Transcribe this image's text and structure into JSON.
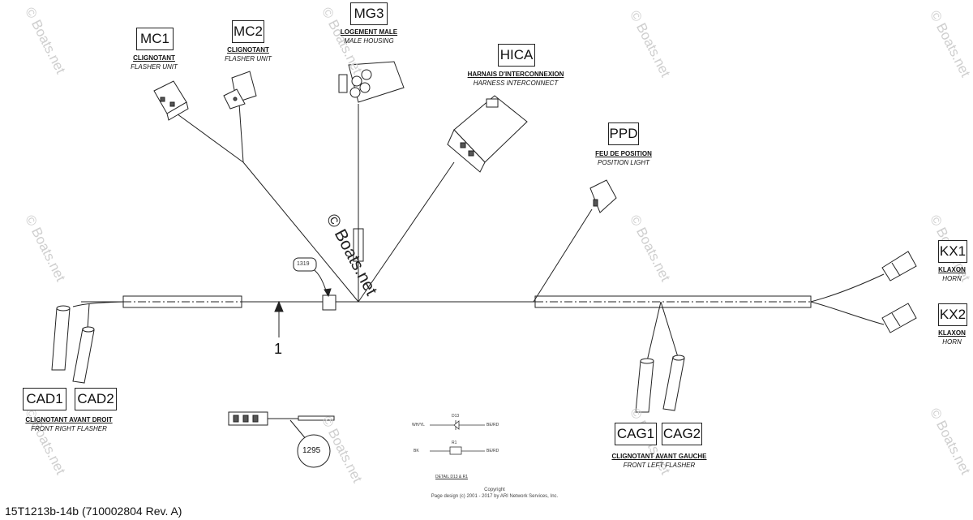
{
  "connectors": {
    "mc1": {
      "code": "MC1",
      "fr": "CLIGNOTANT",
      "en": "FLASHER UNIT"
    },
    "mc2": {
      "code": "MC2",
      "fr": "CLIGNOTANT",
      "en": "FLASHER UNIT"
    },
    "mg3": {
      "code": "MG3",
      "fr": "LOGEMENT MALE",
      "en": "MALE HOUSING"
    },
    "hica": {
      "code": "HICA",
      "fr": "HARNAIS D'INTERCONNEXION",
      "en": "HARNESS INTERCONNECT"
    },
    "ppd": {
      "code": "PPD",
      "fr": "FEU DE POSITION",
      "en": "POSITION LIGHT"
    },
    "kx1": {
      "code": "KX1",
      "fr": "KLAXON",
      "en": "HORN"
    },
    "kx2": {
      "code": "KX2",
      "fr": "KLAXON",
      "en": "HORN"
    },
    "cad1": {
      "code": "CAD1"
    },
    "cad2": {
      "code": "CAD2"
    },
    "cad_label": {
      "fr": "CLIGNOTANT AVANT DROIT",
      "en": "FRONT RIGHT FLASHER"
    },
    "cag1": {
      "code": "CAG1"
    },
    "cag2": {
      "code": "CAG2"
    },
    "cag_label": {
      "fr": "CLIGNOTANT AVANT GAUCHE",
      "en": "FRONT LEFT FLASHER"
    }
  },
  "callouts": {
    "part_1": "1",
    "part_1319": "1319",
    "part_1295": "1295"
  },
  "detail": {
    "d13": "D13",
    "r1": "R1",
    "wh_yl": "WH/YL",
    "bk": "BK",
    "bedr1": "BE/RD",
    "bedr2": "BE/RD",
    "title": "DETAIL D13 & R1"
  },
  "watermark": "© Boats.net",
  "copyright": {
    "line1": "Copyright",
    "line2": "Page design (c) 2001 - 2017 by ARI Network Services, Inc."
  },
  "footer": "15T1213b-14b (710002804 Rev. A)"
}
